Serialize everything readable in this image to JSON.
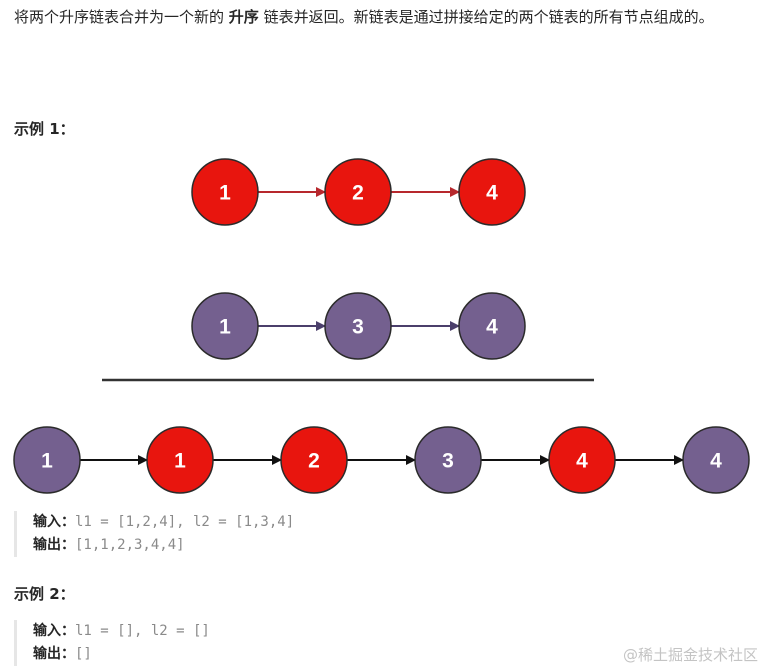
{
  "description": {
    "part1": "将两个升序链表合并为一个新的 ",
    "bold": "升序",
    "part2": " 链表并返回。新链表是通过拼接给定的两个链表的所有节点组成的。"
  },
  "example1": {
    "title": "示例 1：",
    "list1": [
      "1",
      "2",
      "4"
    ],
    "list2": [
      "1",
      "3",
      "4"
    ],
    "merged": [
      "1",
      "1",
      "2",
      "3",
      "4",
      "4"
    ],
    "input_label": "输入：",
    "input_value": "l1 = [1,2,4], l2 = [1,3,4]",
    "output_label": "输出：",
    "output_value": "[1,1,2,3,4,4]"
  },
  "example2": {
    "title": "示例 2：",
    "input_label": "输入：",
    "input_value": "l1 = [], l2 = []",
    "output_label": "输出：",
    "output_value": "[]"
  },
  "colors": {
    "red_node": "#e8150e",
    "purple_node": "#74608f",
    "node_stroke": "#2b2b2b",
    "red_arrow": "#b7282d",
    "purple_arrow": "#4b3f6b",
    "merged_arrow": "#111111",
    "divider": "#333333"
  },
  "watermark": "@稀土掘金技术社区"
}
